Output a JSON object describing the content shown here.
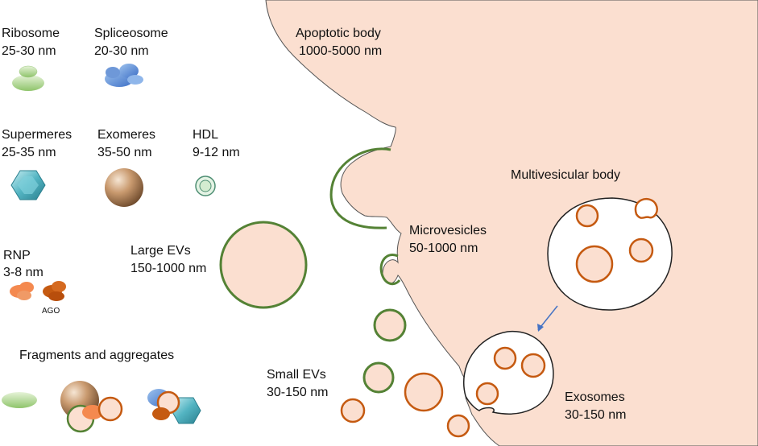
{
  "labels": {
    "ribosome": {
      "name": "Ribosome",
      "size": "25-30 nm"
    },
    "spliceosome": {
      "name": "Spliceosome",
      "size": "20-30 nm"
    },
    "supermeres": {
      "name": "Supermeres",
      "size": "25-35 nm"
    },
    "exomeres": {
      "name": "Exomeres",
      "size": "35-50 nm"
    },
    "hdl": {
      "name": "HDL",
      "size": "9-12 nm"
    },
    "rnp": {
      "name": "RNP",
      "size": "3-8 nm",
      "ago": "AGO"
    },
    "large_evs": {
      "name": "Large EVs",
      "size": "150-1000 nm"
    },
    "fragments": {
      "name": "Fragments and aggregates"
    },
    "apoptotic": {
      "name": "Apoptotic body",
      "size": "1000-5000 nm"
    },
    "microvesicles": {
      "name": "Microvesicles",
      "size": "50-1000 nm"
    },
    "mvb": {
      "name": "Multivesicular body"
    },
    "small_evs": {
      "name": "Small EVs",
      "size": "30-150 nm"
    },
    "exosomes": {
      "name": "Exosomes",
      "size": "30-150 nm"
    }
  },
  "colors": {
    "cell_fill": "#fbdfd0",
    "ev_green": "#548235",
    "exosome_orange": "#c55a11",
    "arrow_blue": "#4472c4"
  }
}
